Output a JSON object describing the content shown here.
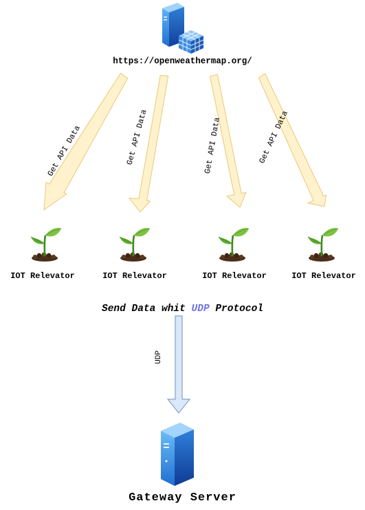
{
  "source": {
    "url": "https://openweathermap.org/"
  },
  "arrows": [
    {
      "label": "Get API Data"
    },
    {
      "label": "Get API Data"
    },
    {
      "label": "Get API Data"
    },
    {
      "label": "Get API Data"
    }
  ],
  "nodes": [
    {
      "label": "IOT Relevator"
    },
    {
      "label": "IOT Relevator"
    },
    {
      "label": "IOT Relevator"
    },
    {
      "label": "IOT Relevator"
    }
  ],
  "protocol": {
    "prefix": "Send Data whit ",
    "highlight": "UDP",
    "suffix": " Protocol",
    "highlight_color": "#6f74e0",
    "arrow_label": "UDP"
  },
  "gateway": {
    "label": "Gateway Server"
  },
  "colors": {
    "api_arrow_fill": "#fff2cc",
    "api_arrow_stroke": "#e9c877",
    "udp_arrow_fill": "#dae8fc",
    "udp_arrow_stroke": "#6c8ebf"
  }
}
